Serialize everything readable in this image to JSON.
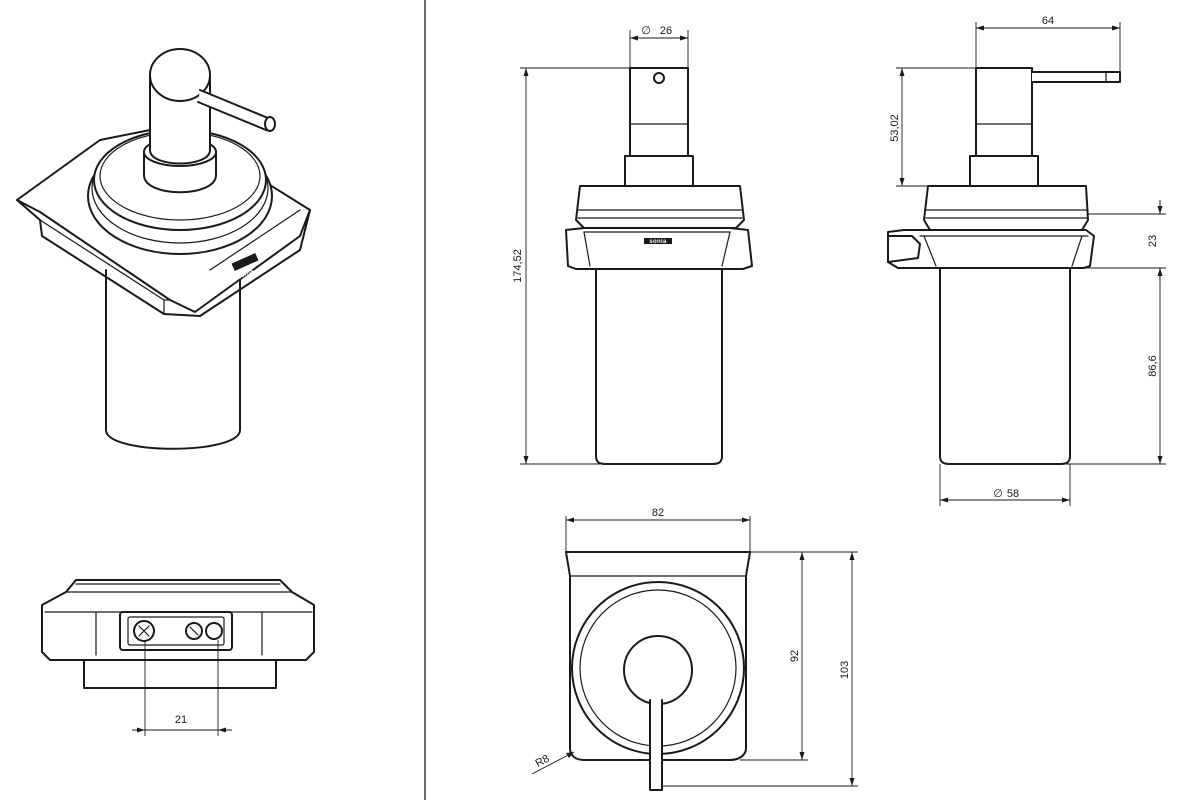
{
  "brand_mark": "sonia",
  "dimensions": {
    "diameter_pump": "26",
    "total_height": "174,52",
    "pump_width": "64",
    "pump_height": "53,02",
    "holder_height": "23",
    "glass_height": "86,6",
    "diameter_glass": "58",
    "plate_width": "82",
    "plate_height_inner": "92",
    "plate_height_outer": "103",
    "corner_radius": "R8",
    "screw_spacing": "21"
  },
  "diameter_symbol": "∅"
}
